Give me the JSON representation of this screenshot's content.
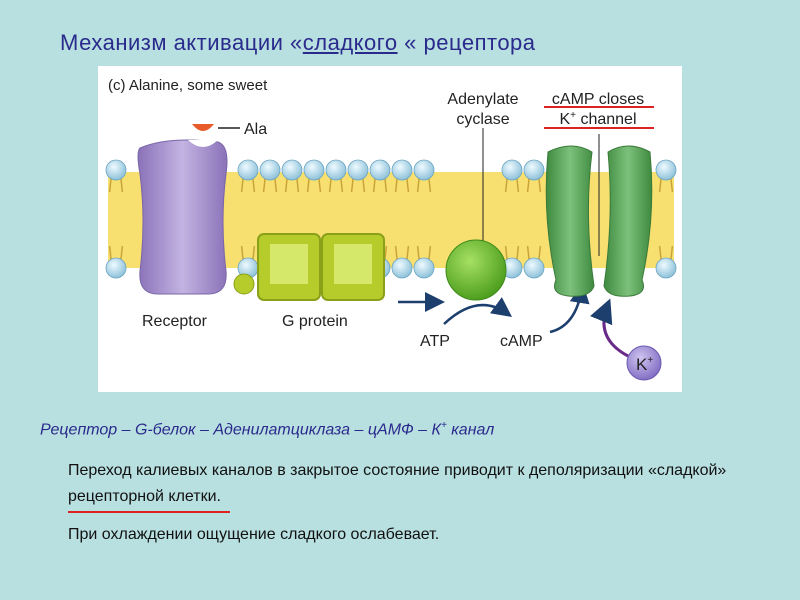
{
  "title": {
    "prefix": "Механизм активации «",
    "underlined": "сладкого",
    "suffix": " « рецептора"
  },
  "figure": {
    "panel_label": "(c) Alanine, some sweet",
    "ala_label": "Ala",
    "adenylate_line1": "Adenylate",
    "adenylate_line2": "cyclase",
    "camp_closes_line1": "cAMP closes",
    "camp_closes_line2_k": "K",
    "camp_closes_line2_rest": " channel",
    "receptor_label": "Receptor",
    "gprotein_label": "G protein",
    "atp_label": "ATP",
    "camp_label": "cAMP",
    "k_ion": "K",
    "plus": "+"
  },
  "chain_text": "Рецептор – G-белок – Аденилатциклаза – цАМФ – К",
  "chain_suffix": " канал",
  "paragraph1": "Переход калиевых каналов в закрытое состояние приводит к деполяризации «сладкой» рецепторной клетки.",
  "paragraph2": "При охлаждении ощущение сладкого ослабевает.",
  "colors": {
    "background": "#b9e0e0",
    "title": "#2a2a8c",
    "receptor": "#9c86c6",
    "gprotein": "#b6cc2a",
    "adenylate": "#7cc43a",
    "channel": "#4e9a4e",
    "k_ion": "#9c8ad0",
    "arrow": "#1d3f6e",
    "red_underline": "#d22"
  }
}
